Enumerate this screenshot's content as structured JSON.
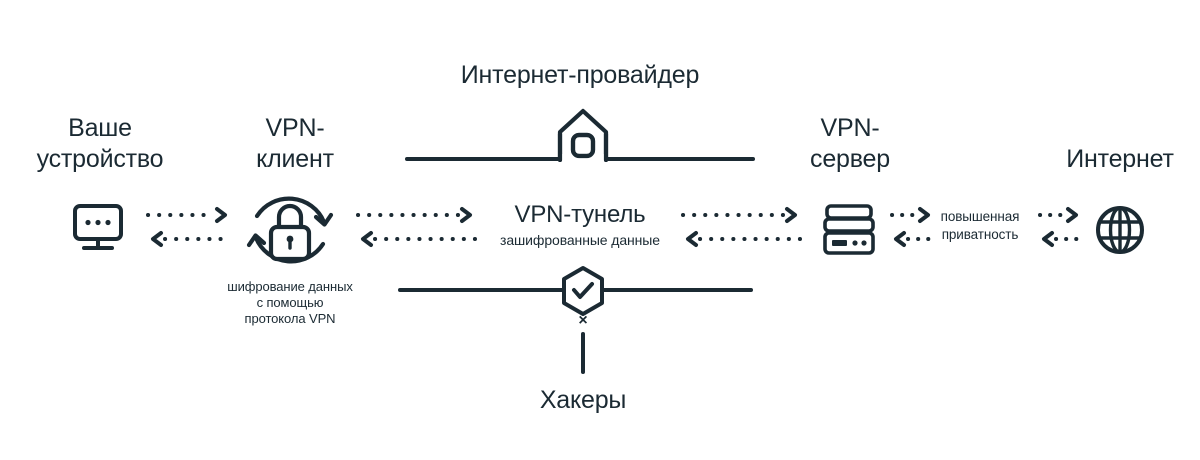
{
  "diagram": {
    "title_provider": "Интернет-провайдер",
    "background_color": "#ffffff",
    "ink_color": "#1b2a33"
  },
  "nodes": [
    {
      "id": "device",
      "label": "Ваше\nустройство",
      "icon": "monitor-icon"
    },
    {
      "id": "vpn-client",
      "label": "VPN-\nклиент",
      "icon": "lock-refresh-icon"
    },
    {
      "id": "vpn-server",
      "label": "VPN-\nсервер",
      "icon": "server-icon"
    },
    {
      "id": "internet",
      "label": "Интернет",
      "icon": "globe-icon"
    }
  ],
  "tunnel": {
    "title": "VPN-тунель",
    "subtitle": "зашифрованные данные",
    "provider_icon": "house-icon",
    "shield_icon": "hexagon-check-icon",
    "blocked_marker": "×"
  },
  "captions": {
    "encryption": "шифрование данных\nс помощью\nпротокола VPN",
    "privacy": "повышенная\nприватность",
    "hackers": "Хакеры"
  },
  "arrows": {
    "direction_out": "right-arrow-dotted",
    "direction_in": "left-arrow-dotted"
  }
}
